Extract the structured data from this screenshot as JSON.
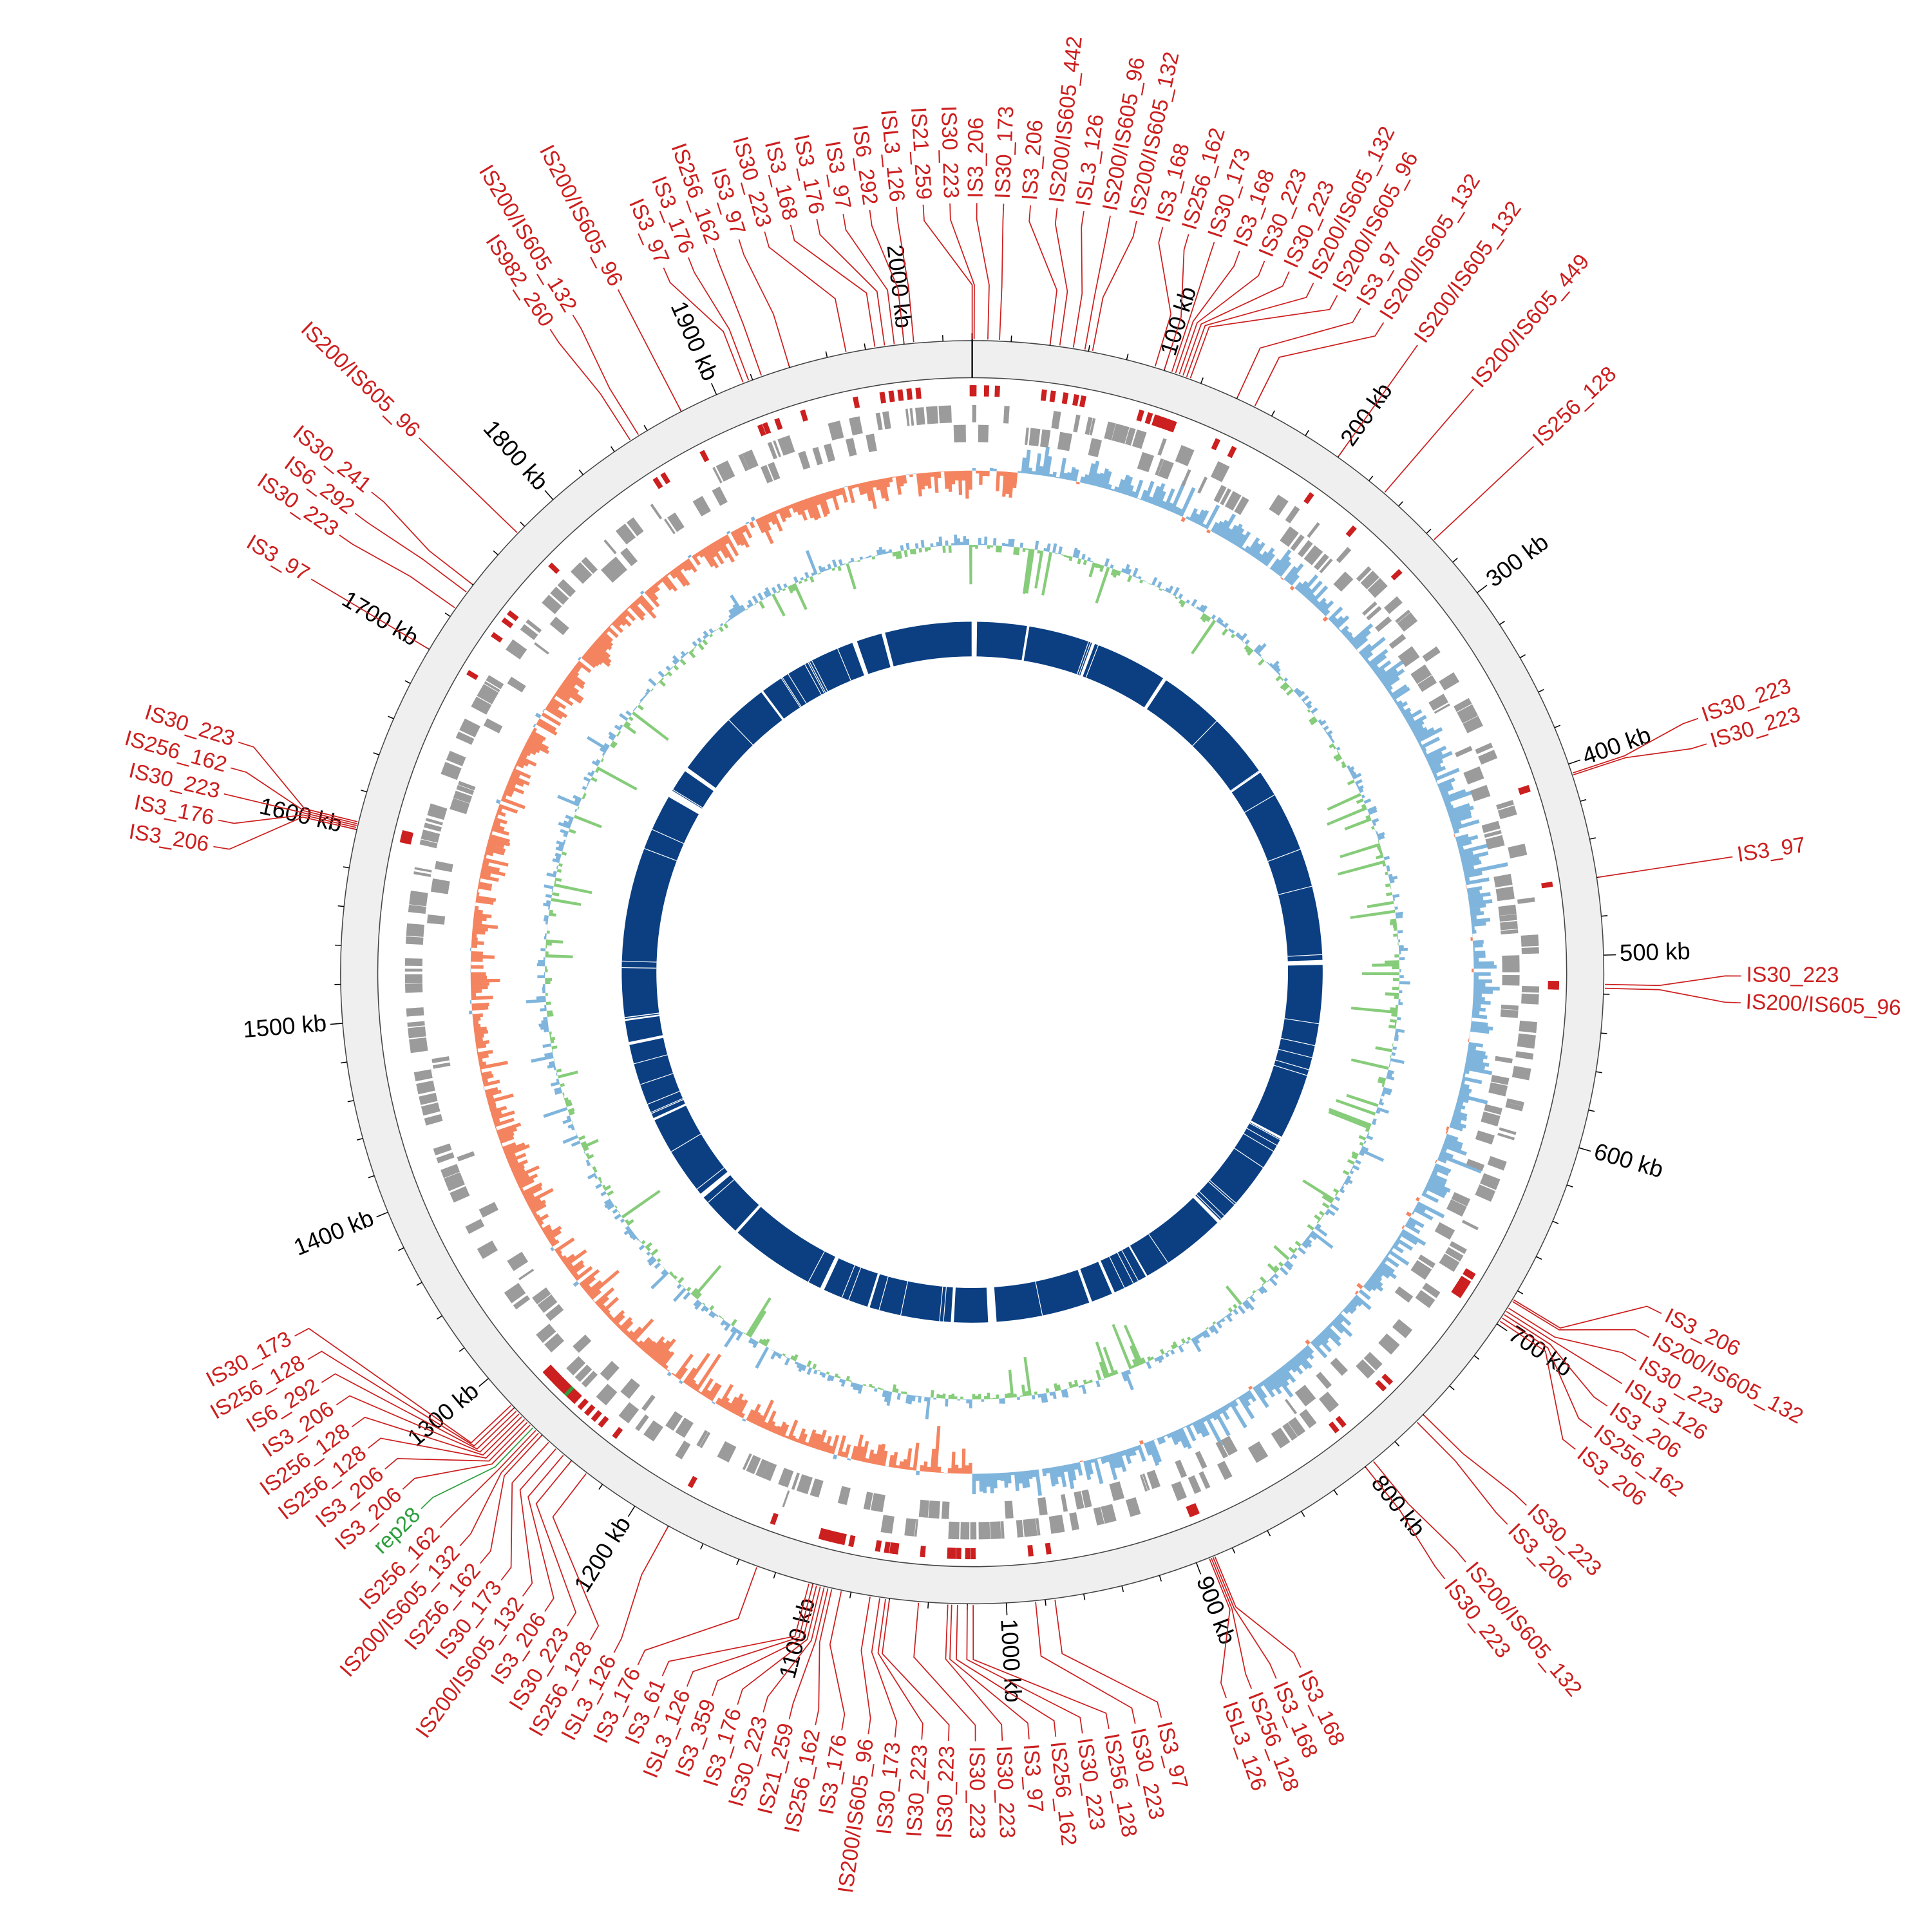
{
  "genome_length_kb": 2035,
  "colors": {
    "is_element": "#cc1f1f",
    "rep_element": "#2e9e3e",
    "backbone_ring": "#efefef",
    "genes": "#9b9b9b",
    "gc_skew_positive": "#7fb5dc",
    "gc_skew_negative": "#f4845f",
    "gc_content_positive": "#7fb5dc",
    "gc_content_negative": "#86cc7a",
    "inner_ring": "#0b3f82"
  },
  "tick_labels": [
    {
      "kb": 100,
      "text": "100 kb"
    },
    {
      "kb": 200,
      "text": "200 kb"
    },
    {
      "kb": 300,
      "text": "300 kb"
    },
    {
      "kb": 400,
      "text": "400 kb"
    },
    {
      "kb": 500,
      "text": "500 kb"
    },
    {
      "kb": 600,
      "text": "600 kb"
    },
    {
      "kb": 700,
      "text": "700 kb"
    },
    {
      "kb": 800,
      "text": "800 kb"
    },
    {
      "kb": 900,
      "text": "900 kb"
    },
    {
      "kb": 1000,
      "text": "1000 kb"
    },
    {
      "kb": 1100,
      "text": "1100 kb"
    },
    {
      "kb": 1200,
      "text": "1200 kb"
    },
    {
      "kb": 1300,
      "text": "1300 kb"
    },
    {
      "kb": 1400,
      "text": "1400 kb"
    },
    {
      "kb": 1500,
      "text": "1500 kb"
    },
    {
      "kb": 1600,
      "text": "1600 kb"
    },
    {
      "kb": 1700,
      "text": "1700 kb"
    },
    {
      "kb": 1800,
      "text": "1800 kb"
    },
    {
      "kb": 1900,
      "text": "1900 kb"
    },
    {
      "kb": 2000,
      "text": "2000 kb"
    }
  ],
  "elements": [
    {
      "kb": 0,
      "name": "IS21_259",
      "type": "IS"
    },
    {
      "kb": 1,
      "name": "IS30_223",
      "type": "IS"
    },
    {
      "kb": 8,
      "name": "IS3_206",
      "type": "IS"
    },
    {
      "kb": 14,
      "name": "IS30_173",
      "type": "IS"
    },
    {
      "kb": 40,
      "name": "IS3_206",
      "type": "IS"
    },
    {
      "kb": 45,
      "name": "IS200/IS605_442",
      "type": "IS"
    },
    {
      "kb": 52,
      "name": "ISL3_126",
      "type": "IS"
    },
    {
      "kb": 58,
      "name": "IS200/IS605_96",
      "type": "IS"
    },
    {
      "kb": 62,
      "name": "IS200/IS605_132",
      "type": "IS"
    },
    {
      "kb": 95,
      "name": "IS3_168",
      "type": "IS"
    },
    {
      "kb": 100,
      "name": "IS256_162",
      "type": "IS"
    },
    {
      "kb": 104,
      "name": "IS30_173",
      "type": "IS"
    },
    {
      "kb": 106,
      "name": "IS3_168",
      "type": "IS"
    },
    {
      "kb": 108,
      "name": "IS30_223",
      "type": "IS"
    },
    {
      "kb": 110,
      "name": "IS30_223",
      "type": "IS"
    },
    {
      "kb": 112,
      "name": "IS200/IS605_132",
      "type": "IS"
    },
    {
      "kb": 114,
      "name": "IS200/IS605_96",
      "type": "IS"
    },
    {
      "kb": 140,
      "name": "IS3_97",
      "type": "IS"
    },
    {
      "kb": 150,
      "name": "IS200/IS605_132",
      "type": "IS"
    },
    {
      "kb": 200,
      "name": "IS200/IS605_132",
      "type": "IS"
    },
    {
      "kb": 230,
      "name": "IS200/IS605_449",
      "type": "IS"
    },
    {
      "kb": 265,
      "name": "IS256_128",
      "type": "IS"
    },
    {
      "kb": 405,
      "name": "IS30_223",
      "type": "IS"
    },
    {
      "kb": 406,
      "name": "IS30_223",
      "type": "IS"
    },
    {
      "kb": 460,
      "name": "IS3_97",
      "type": "IS"
    },
    {
      "kb": 515,
      "name": "IS30_223",
      "type": "IS"
    },
    {
      "kb": 517,
      "name": "IS200/IS605_96",
      "type": "IS"
    },
    {
      "kb": 685,
      "name": "IS3_206",
      "type": "IS"
    },
    {
      "kb": 686,
      "name": "IS200/IS605_132",
      "type": "IS"
    },
    {
      "kb": 690,
      "name": "IS30_223",
      "type": "IS"
    },
    {
      "kb": 692,
      "name": "ISL3_126",
      "type": "IS"
    },
    {
      "kb": 694,
      "name": "IS3_206",
      "type": "IS"
    },
    {
      "kb": 696,
      "name": "IS256_162",
      "type": "IS"
    },
    {
      "kb": 698,
      "name": "IS3_206",
      "type": "IS"
    },
    {
      "kb": 760,
      "name": "IS30_223",
      "type": "IS"
    },
    {
      "kb": 765,
      "name": "IS3_206",
      "type": "IS"
    },
    {
      "kb": 795,
      "name": "IS200/IS605_132",
      "type": "IS"
    },
    {
      "kb": 800,
      "name": "IS30_223",
      "type": "IS"
    },
    {
      "kb": 890,
      "name": "IS3_168",
      "type": "IS"
    },
    {
      "kb": 891,
      "name": "IS3_168",
      "type": "IS"
    },
    {
      "kb": 892,
      "name": "IS256_128",
      "type": "IS"
    },
    {
      "kb": 893,
      "name": "ISL3_126",
      "type": "IS"
    },
    {
      "kb": 975,
      "name": "IS3_97",
      "type": "IS"
    },
    {
      "kb": 985,
      "name": "IS30_223",
      "type": "IS"
    },
    {
      "kb": 1017,
      "name": "IS256_128",
      "type": "IS"
    },
    {
      "kb": 1020,
      "name": "IS30_223",
      "type": "IS"
    },
    {
      "kb": 1025,
      "name": "IS256_162",
      "type": "IS"
    },
    {
      "kb": 1028,
      "name": "IS3_97",
      "type": "IS"
    },
    {
      "kb": 1030,
      "name": "IS30_223",
      "type": "IS"
    },
    {
      "kb": 1045,
      "name": "IS30_223",
      "type": "IS"
    },
    {
      "kb": 1060,
      "name": "IS30_223",
      "type": "IS"
    },
    {
      "kb": 1062,
      "name": "IS30_223",
      "type": "IS"
    },
    {
      "kb": 1065,
      "name": "IS30_173",
      "type": "IS"
    },
    {
      "kb": 1070,
      "name": "IS200/IS605_96",
      "type": "IS"
    },
    {
      "kb": 1085,
      "name": "IS3_176",
      "type": "IS"
    },
    {
      "kb": 1090,
      "name": "IS256_162",
      "type": "IS"
    },
    {
      "kb": 1092,
      "name": "IS21_259",
      "type": "IS"
    },
    {
      "kb": 1094,
      "name": "IS30_223",
      "type": "IS"
    },
    {
      "kb": 1096,
      "name": "IS3_176",
      "type": "IS"
    },
    {
      "kb": 1098,
      "name": "IS3_359",
      "type": "IS"
    },
    {
      "kb": 1100,
      "name": "ISL3_126",
      "type": "IS"
    },
    {
      "kb": 1102,
      "name": "IS3_61",
      "type": "IS"
    },
    {
      "kb": 1130,
      "name": "IS3_176",
      "type": "IS"
    },
    {
      "kb": 1180,
      "name": "ISL3_126",
      "type": "IS"
    },
    {
      "kb": 1230,
      "name": "IS256_128",
      "type": "IS"
    },
    {
      "kb": 1240,
      "name": "IS30_223",
      "type": "IS"
    },
    {
      "kb": 1245,
      "name": "IS3_206",
      "type": "IS"
    },
    {
      "kb": 1250,
      "name": "IS200/IS605_132",
      "type": "IS"
    },
    {
      "kb": 1255,
      "name": "IS30_173",
      "type": "IS"
    },
    {
      "kb": 1260,
      "name": "IS256_162",
      "type": "IS"
    },
    {
      "kb": 1262,
      "name": "IS200/IS605_132",
      "type": "IS"
    },
    {
      "kb": 1264,
      "name": "IS256_162",
      "type": "IS"
    },
    {
      "kb": 1266,
      "name": "rep28",
      "type": "rep"
    },
    {
      "kb": 1268,
      "name": "IS3_206",
      "type": "IS"
    },
    {
      "kb": 1270,
      "name": "IS3_206",
      "type": "IS"
    },
    {
      "kb": 1272,
      "name": "IS256_128",
      "type": "IS"
    },
    {
      "kb": 1274,
      "name": "IS256_128",
      "type": "IS"
    },
    {
      "kb": 1276,
      "name": "IS3_206",
      "type": "IS"
    },
    {
      "kb": 1278,
      "name": "IS6_292",
      "type": "IS"
    },
    {
      "kb": 1280,
      "name": "IS256_128",
      "type": "IS"
    },
    {
      "kb": 1282,
      "name": "IS30_173",
      "type": "IS"
    },
    {
      "kb": 1600,
      "name": "IS3_206",
      "type": "IS"
    },
    {
      "kb": 1601,
      "name": "IS3_176",
      "type": "IS"
    },
    {
      "kb": 1602,
      "name": "IS30_223",
      "type": "IS"
    },
    {
      "kb": 1603,
      "name": "IS256_162",
      "type": "IS"
    },
    {
      "kb": 1604,
      "name": "IS30_223",
      "type": "IS"
    },
    {
      "kb": 1700,
      "name": "IS3_97",
      "type": "IS"
    },
    {
      "kb": 1725,
      "name": "IS30_223",
      "type": "IS"
    },
    {
      "kb": 1735,
      "name": "IS6_292",
      "type": "IS"
    },
    {
      "kb": 1740,
      "name": "IS30_241",
      "type": "IS"
    },
    {
      "kb": 1775,
      "name": "IS200/IS605_96",
      "type": "IS"
    },
    {
      "kb": 1850,
      "name": "IS982_260",
      "type": "IS"
    },
    {
      "kb": 1855,
      "name": "IS200/IS605_132",
      "type": "IS"
    },
    {
      "kb": 1880,
      "name": "IS200/IS605_96",
      "type": "IS"
    },
    {
      "kb": 1915,
      "name": "IS3_97",
      "type": "IS"
    },
    {
      "kb": 1918,
      "name": "IS3_176",
      "type": "IS"
    },
    {
      "kb": 1925,
      "name": "IS256_162",
      "type": "IS"
    },
    {
      "kb": 1940,
      "name": "IS3_97",
      "type": "IS"
    },
    {
      "kb": 1970,
      "name": "IS30_223",
      "type": "IS"
    },
    {
      "kb": 1985,
      "name": "IS3_168",
      "type": "IS"
    },
    {
      "kb": 1990,
      "name": "IS3_176",
      "type": "IS"
    },
    {
      "kb": 1995,
      "name": "IS3_97",
      "type": "IS"
    },
    {
      "kb": 2000,
      "name": "IS6_292",
      "type": "IS"
    },
    {
      "kb": 2005,
      "name": "ISL3_126",
      "type": "IS"
    }
  ]
}
